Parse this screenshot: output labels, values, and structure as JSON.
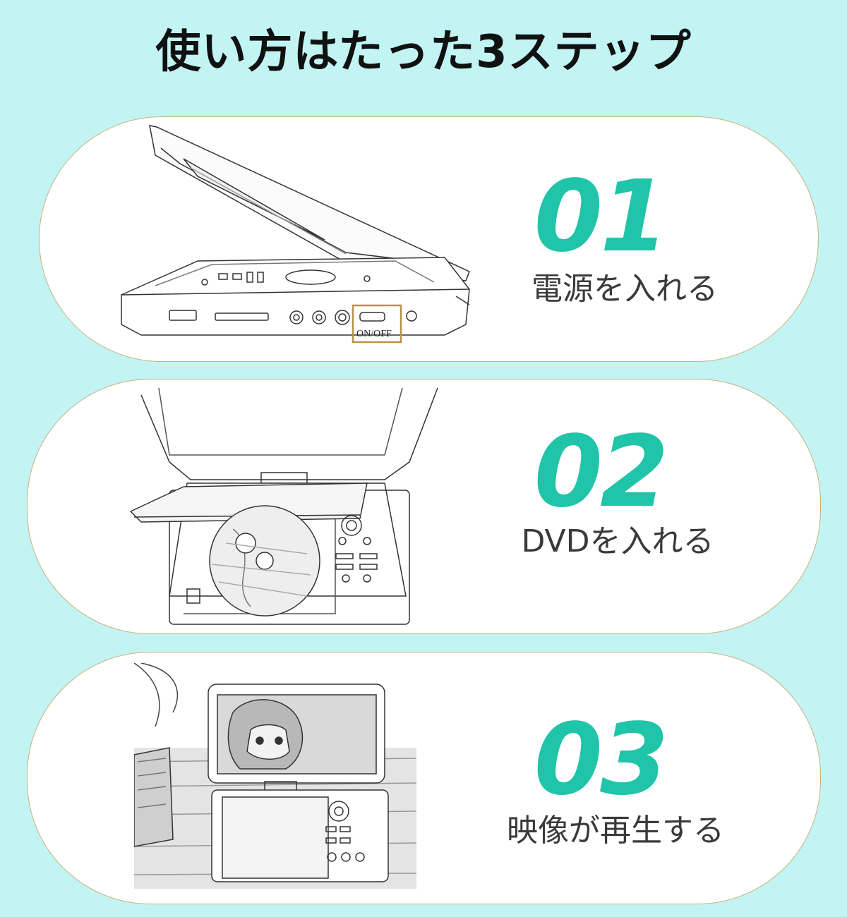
{
  "title": "使い方はたった3ステップ",
  "steps": [
    {
      "number": "01",
      "label": "電源を入れる"
    },
    {
      "number": "02",
      "label": "DVDを入れる"
    },
    {
      "number": "03",
      "label": "映像が再生する"
    }
  ],
  "illustration1": {
    "switch_label": "ON/OFF"
  },
  "colors": {
    "background": "#c2f4f4",
    "accent": "#20c4a8",
    "card_border": "#c7b27a",
    "highlight_box": "#b8924a"
  }
}
